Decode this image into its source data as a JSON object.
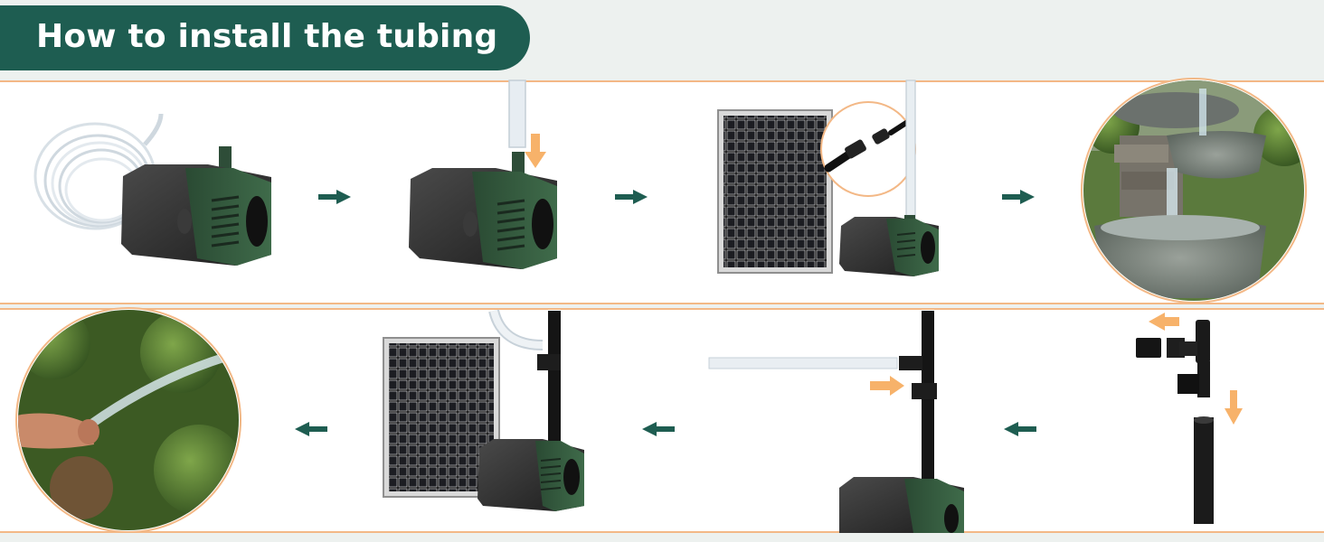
{
  "header": {
    "title": "How to install the tubing",
    "banner_color": "#1e5d51",
    "accent_border_color": "#f3b886",
    "arrow_color": "#1e5d51",
    "hint_arrow_color": "#f7b26a"
  },
  "steps_row_1": [
    {
      "id": "step-1",
      "icons": [
        "tubing-coil-icon",
        "pump-icon"
      ]
    },
    {
      "id": "step-2",
      "icons": [
        "pump-icon",
        "tube-insert-icon"
      ]
    },
    {
      "id": "step-3",
      "icons": [
        "solar-panel-icon",
        "pump-icon",
        "connector-zoom-icon"
      ]
    },
    {
      "id": "step-4",
      "icons": [
        "fountain-photo"
      ]
    }
  ],
  "steps_row_2": [
    {
      "id": "step-5",
      "icons": [
        "t-connector-icon",
        "extension-pipe-icon"
      ]
    },
    {
      "id": "step-6",
      "icons": [
        "pump-icon",
        "pipe-icon",
        "side-tube-icon"
      ]
    },
    {
      "id": "step-7",
      "icons": [
        "solar-panel-icon",
        "pump-icon",
        "bent-tube-icon"
      ]
    },
    {
      "id": "step-8",
      "icons": [
        "watering-photo"
      ]
    }
  ]
}
